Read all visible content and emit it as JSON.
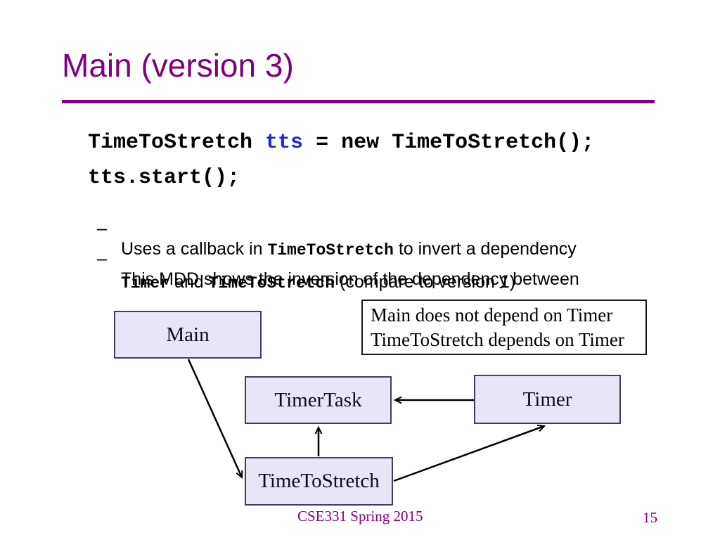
{
  "colors": {
    "accent_purple": "#800080",
    "code_variable_blue": "#2222dd",
    "node_fill": "#e6e6f7",
    "node_border": "#40405a"
  },
  "header": {
    "title": "Main (version 3)"
  },
  "code": {
    "line1_pre": "TimeToStretch ",
    "line1_var": "tts",
    "line1_post": " = new TimeToStretch();",
    "line2": "tts.start();"
  },
  "bullets": {
    "dash": "–",
    "item1": {
      "pre": "Uses a callback in ",
      "code": "TimeToStretch",
      "post": " to invert a dependency"
    },
    "item2": {
      "line1": "This MDD shows the inversion of the dependency between",
      "code1": "Timer",
      "mid": " and ",
      "code2": "TimeToStretch",
      "post": " (compare to version 1)"
    }
  },
  "diagram": {
    "nodes": [
      {
        "id": "main",
        "label": "Main"
      },
      {
        "id": "timertask",
        "label": "TimerTask"
      },
      {
        "id": "timer",
        "label": "Timer"
      },
      {
        "id": "timetostretch",
        "label": "TimeToStretch"
      }
    ],
    "note": {
      "line1": "Main does not depend on Timer",
      "line2": "TimeToStretch depends on Timer"
    },
    "edges": [
      {
        "from": "Main",
        "to": "TimeToStretch"
      },
      {
        "from": "TimeToStretch",
        "to": "TimerTask"
      },
      {
        "from": "Timer",
        "to": "TimerTask"
      },
      {
        "from": "TimeToStretch",
        "to": "Timer"
      }
    ]
  },
  "footer": {
    "course": "CSE331 Spring 2015",
    "page_number": "15"
  }
}
